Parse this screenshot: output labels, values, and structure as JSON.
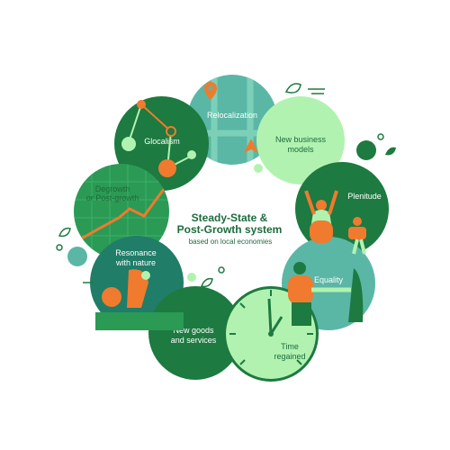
{
  "center": {
    "title_line1": "Steady-State &",
    "title_line2": "Post-Growth system",
    "subtitle": "based on local economies"
  },
  "nodes": {
    "relocalization": "Relocalization",
    "new_business_models_1": "New business",
    "new_business_models_2": "models",
    "plenitude": "Plenitude",
    "equality": "Equality",
    "time_regained_1": "Time",
    "time_regained_2": "regained",
    "new_goods_1": "New goods",
    "new_goods_2": "and services",
    "resonance_1": "Resonance",
    "resonance_2": "with nature",
    "degrowth_1": "Degrowth",
    "degrowth_2": "or Post-growth",
    "glocalism": "Glocalism"
  },
  "colors": {
    "dark_green": "#1d7a40",
    "mid_green": "#2a9a55",
    "teal": "#5ab7a5",
    "light_green": "#b2f2b0",
    "orange": "#f07a2e",
    "bright_green_text": "#9dfc8e"
  },
  "icons": [
    "leaf-icon",
    "map-pin-icon",
    "location-arrow-icon",
    "clock-icon"
  ]
}
